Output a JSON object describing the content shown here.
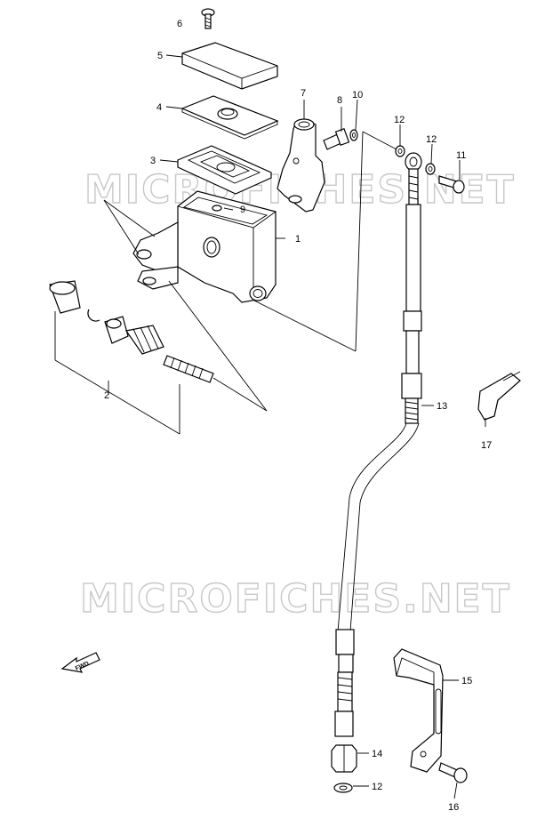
{
  "watermark": {
    "text": "MICROFICHES.NET"
  },
  "fwd_label": "FWD",
  "callouts": {
    "p1": "1",
    "p2": "2",
    "p3": "3",
    "p4": "4",
    "p5": "5",
    "p6": "6",
    "p7": "7",
    "p8": "8",
    "p9": "9",
    "p10": "10",
    "p11": "11",
    "p12a": "12",
    "p12b": "12",
    "p12c": "12",
    "p13": "13",
    "p14": "14",
    "p15": "15",
    "p16": "16",
    "p17": "17"
  }
}
